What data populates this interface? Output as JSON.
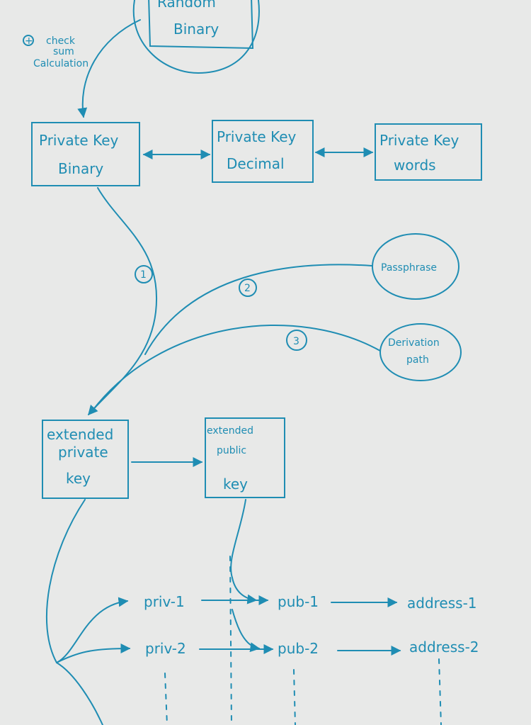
{
  "nodes": {
    "random_binary": [
      "Random",
      "Binary"
    ],
    "checksum_note": [
      "check",
      "sum",
      "Calculation"
    ],
    "checksum_symbol": "+",
    "pk_binary": [
      "Private Key",
      "Binary"
    ],
    "pk_decimal": [
      "Private Key",
      "Decimal"
    ],
    "pk_words": [
      "Private Key",
      "words"
    ],
    "passphrase": "Passphrase",
    "derivation_path": [
      "Derivation",
      "path"
    ],
    "ext_private": [
      "extended",
      "private",
      "key"
    ],
    "ext_public": [
      "extended",
      "public",
      "key"
    ],
    "prv1": "priv-1",
    "prv2": "priv-2",
    "pub1": "pub-1",
    "pub2": "pub-2",
    "addr1": "address-1",
    "addr2": "address-2"
  },
  "steps": [
    "1",
    "2",
    "3"
  ],
  "colors": {
    "ink": "#1f8db3",
    "background": "#e8e9e8"
  }
}
